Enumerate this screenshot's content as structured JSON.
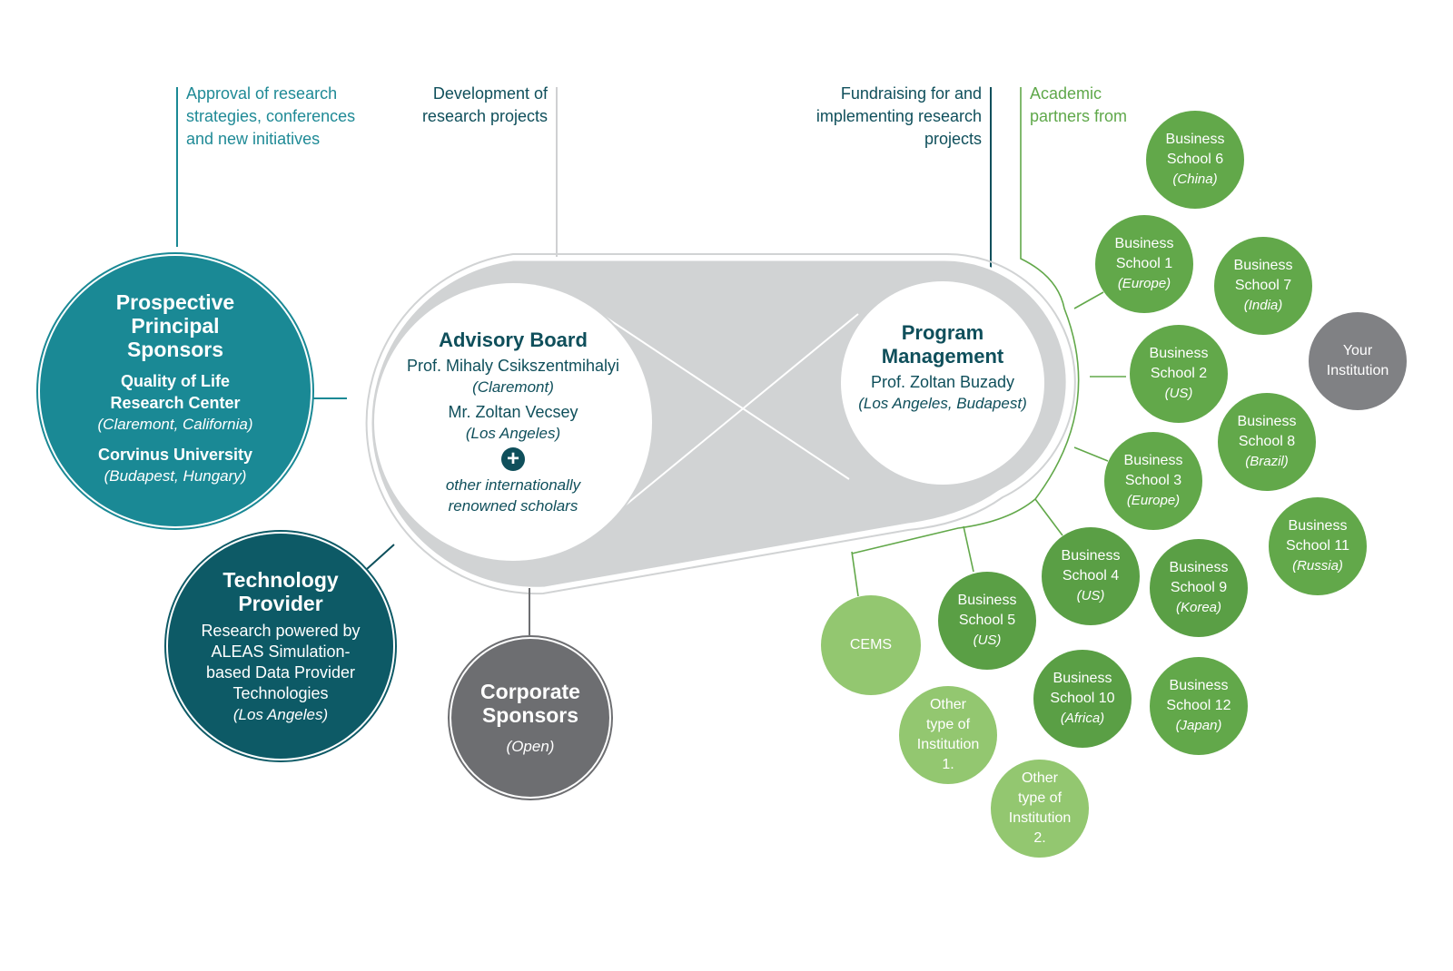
{
  "colors": {
    "teal": "#1a8995",
    "dark_teal": "#0d5a66",
    "gray_circle": "#6d6e71",
    "band_gray": "#d1d3d4",
    "green": "#62a84a",
    "dark_green": "#5a9f45",
    "light_green": "#93c770",
    "your_institution": "#808184"
  },
  "annotations": {
    "approval": [
      "Approval of research",
      "strategies, conferences",
      "and new initiatives"
    ],
    "development": [
      "Development of",
      "research projects"
    ],
    "fundraising": [
      "Fundraising for and",
      "implementing research",
      "projects"
    ],
    "academic": [
      "Academic",
      "partners from"
    ]
  },
  "principal_sponsors": {
    "title": [
      "Prospective",
      "Principal",
      "Sponsors"
    ],
    "org1": [
      "Quality of Life",
      "Research Center"
    ],
    "org1_location": "(Claremont, California)",
    "org2": "Corvinus University",
    "org2_location": "(Budapest, Hungary)"
  },
  "technology_provider": {
    "title": [
      "Technology",
      "Provider"
    ],
    "desc": [
      "Research powered by",
      "ALEAS Simulation-",
      "based Data Provider",
      "Technologies"
    ],
    "location": "(Los Angeles)"
  },
  "corporate_sponsors": {
    "title": [
      "Corporate",
      "Sponsors"
    ],
    "status": "(Open)"
  },
  "advisory_board": {
    "title": "Advisory Board",
    "member1": "Prof. Mihaly Csikszentmihalyi",
    "member1_location": "(Claremont)",
    "member2": "Mr. Zoltan Vecsey",
    "member2_location": "(Los Angeles)",
    "plus_icon": "+",
    "others": [
      "other internationally",
      "renowned scholars"
    ]
  },
  "program_management": {
    "title": [
      "Program",
      "Management"
    ],
    "lead": "Prof. Zoltan Buzady",
    "lead_location": "(Los Angeles, Budapest)"
  },
  "partners": [
    {
      "name": [
        "Business",
        "School 6"
      ],
      "location": "(China)"
    },
    {
      "name": [
        "Business",
        "School 1"
      ],
      "location": "(Europe)"
    },
    {
      "name": [
        "Business",
        "School 7"
      ],
      "location": "(India)"
    },
    {
      "name": [
        "Your",
        "Institution"
      ],
      "location": ""
    },
    {
      "name": [
        "Business",
        "School 2"
      ],
      "location": "(US)"
    },
    {
      "name": [
        "Business",
        "School 8"
      ],
      "location": "(Brazil)"
    },
    {
      "name": [
        "Business",
        "School 3"
      ],
      "location": "(Europe)"
    },
    {
      "name": [
        "Business",
        "School 11"
      ],
      "location": "(Russia)"
    },
    {
      "name": [
        "Business",
        "School 4"
      ],
      "location": "(US)"
    },
    {
      "name": [
        "Business",
        "School 9"
      ],
      "location": "(Korea)"
    },
    {
      "name": [
        "Business",
        "School 5"
      ],
      "location": "(US)"
    },
    {
      "name": [
        "CEMS"
      ],
      "location": ""
    },
    {
      "name": [
        "Business",
        "School 10"
      ],
      "location": "(Africa)"
    },
    {
      "name": [
        "Business",
        "School 12"
      ],
      "location": "(Japan)"
    },
    {
      "name": [
        "Other",
        "type of",
        "Institution",
        "1."
      ],
      "location": ""
    },
    {
      "name": [
        "Other",
        "type of",
        "Institution",
        "2."
      ],
      "location": ""
    }
  ]
}
